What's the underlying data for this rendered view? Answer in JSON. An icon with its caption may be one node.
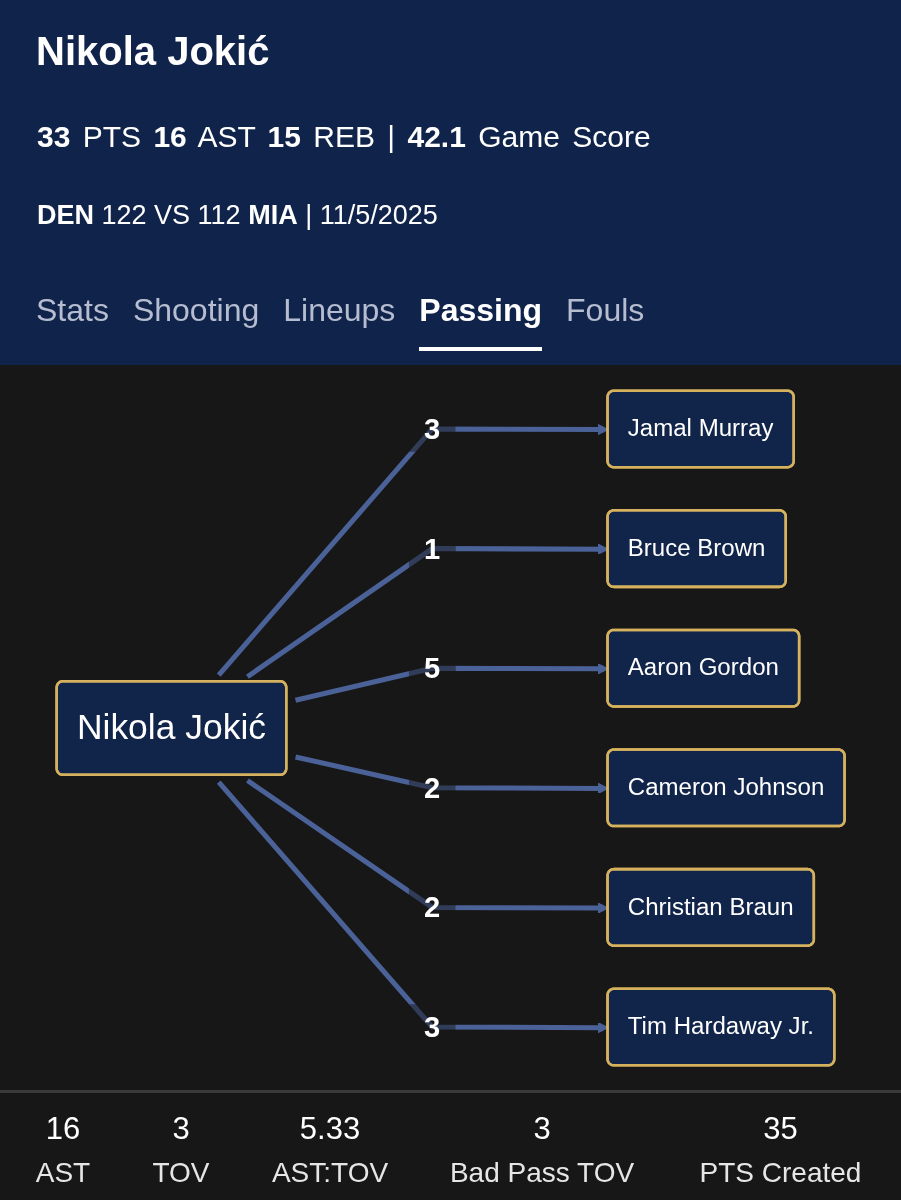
{
  "diagram": {
    "title": "Nikola Jokić",
    "nodes": [
      {
        "text": [
          "Jamal Murray"
        ]
      },
      {
        "text": [
          "Bruce Brown"
        ]
      },
      {
        "text": [
          "Aaron Gordon"
        ]
      },
      {
        "text": [
          "Nikola Jokić"
        ]
      },
      {
        "text": [
          "Cameron Johnson"
        ]
      },
      {
        "text": [
          "Christian Braun"
        ]
      },
      {
        "text": [
          "Tim Hardaway Jr."
        ]
      }
    ],
    "edges": [
      {
        "from": 3,
        "to": 0,
        "arrow": "to",
        "label": "3"
      },
      {
        "from": 3,
        "to": 1,
        "arrow": "to",
        "label": "1"
      },
      {
        "from": 3,
        "to": 2,
        "arrow": "to",
        "label": "5"
      },
      {
        "from": 3,
        "to": 4,
        "arrow": "to",
        "label": "2"
      },
      {
        "from": 3,
        "to": 5,
        "arrow": "to",
        "label": "2"
      },
      {
        "from": 3,
        "to": 6,
        "arrow": "to",
        "label": "3"
      }
    ],
    "labels": [
      "**33** PTS **16** AST **15** REB | **42.1** Game Score",
      "**DEN** 122 VS 112 **MIA** | 11/5/2025",
      "Stats",
      "Shooting",
      "Lineups",
      "Passing",
      "Fouls",
      "16",
      "3",
      "5.33",
      "3",
      "35",
      "AST",
      "TOV",
      "AST:TOV",
      "Bad Pass TOV",
      "PTS Created"
    ]
  }
}
